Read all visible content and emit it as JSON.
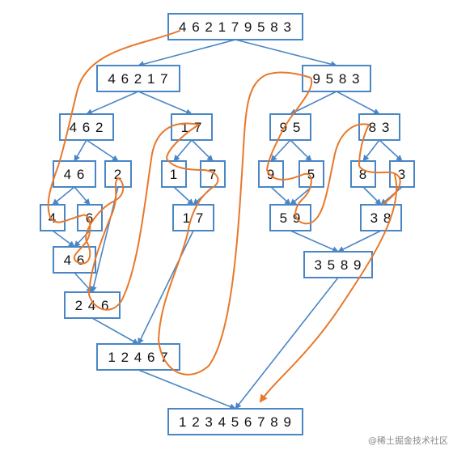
{
  "colors": {
    "node_border": "#4a86c5",
    "arrow": "#4a86c5",
    "trace": "#e8782a",
    "background": "#ffffff"
  },
  "nodes": [
    {
      "id": "root",
      "label": "4 6 2 1 7 9 5 8 3"
    },
    {
      "id": "l",
      "label": "4 6 2 1 7"
    },
    {
      "id": "r",
      "label": "9 5 8 3"
    },
    {
      "id": "ll",
      "label": "4 6 2"
    },
    {
      "id": "lr",
      "label": "1 7"
    },
    {
      "id": "rl",
      "label": "9 5"
    },
    {
      "id": "rr",
      "label": "8 3"
    },
    {
      "id": "lll",
      "label": "4 6"
    },
    {
      "id": "llr",
      "label": "2"
    },
    {
      "id": "lrl",
      "label": "1"
    },
    {
      "id": "lrr",
      "label": "7"
    },
    {
      "id": "rll",
      "label": "9"
    },
    {
      "id": "rlr",
      "label": "5"
    },
    {
      "id": "rrl",
      "label": "8"
    },
    {
      "id": "rrr",
      "label": "3"
    },
    {
      "id": "a4",
      "label": "4"
    },
    {
      "id": "a6",
      "label": "6"
    },
    {
      "id": "m17",
      "label": "1 7"
    },
    {
      "id": "m59",
      "label": "5 9"
    },
    {
      "id": "m38",
      "label": "3 8"
    },
    {
      "id": "m46",
      "label": "4 6"
    },
    {
      "id": "m3589",
      "label": "3 5 8 9"
    },
    {
      "id": "m246",
      "label": "2 4 6"
    },
    {
      "id": "m12467",
      "label": "1 2 4 6 7"
    },
    {
      "id": "final",
      "label": "1 2 3 4 5 6 7 8 9"
    }
  ],
  "watermark": "@稀土掘金技术社区"
}
